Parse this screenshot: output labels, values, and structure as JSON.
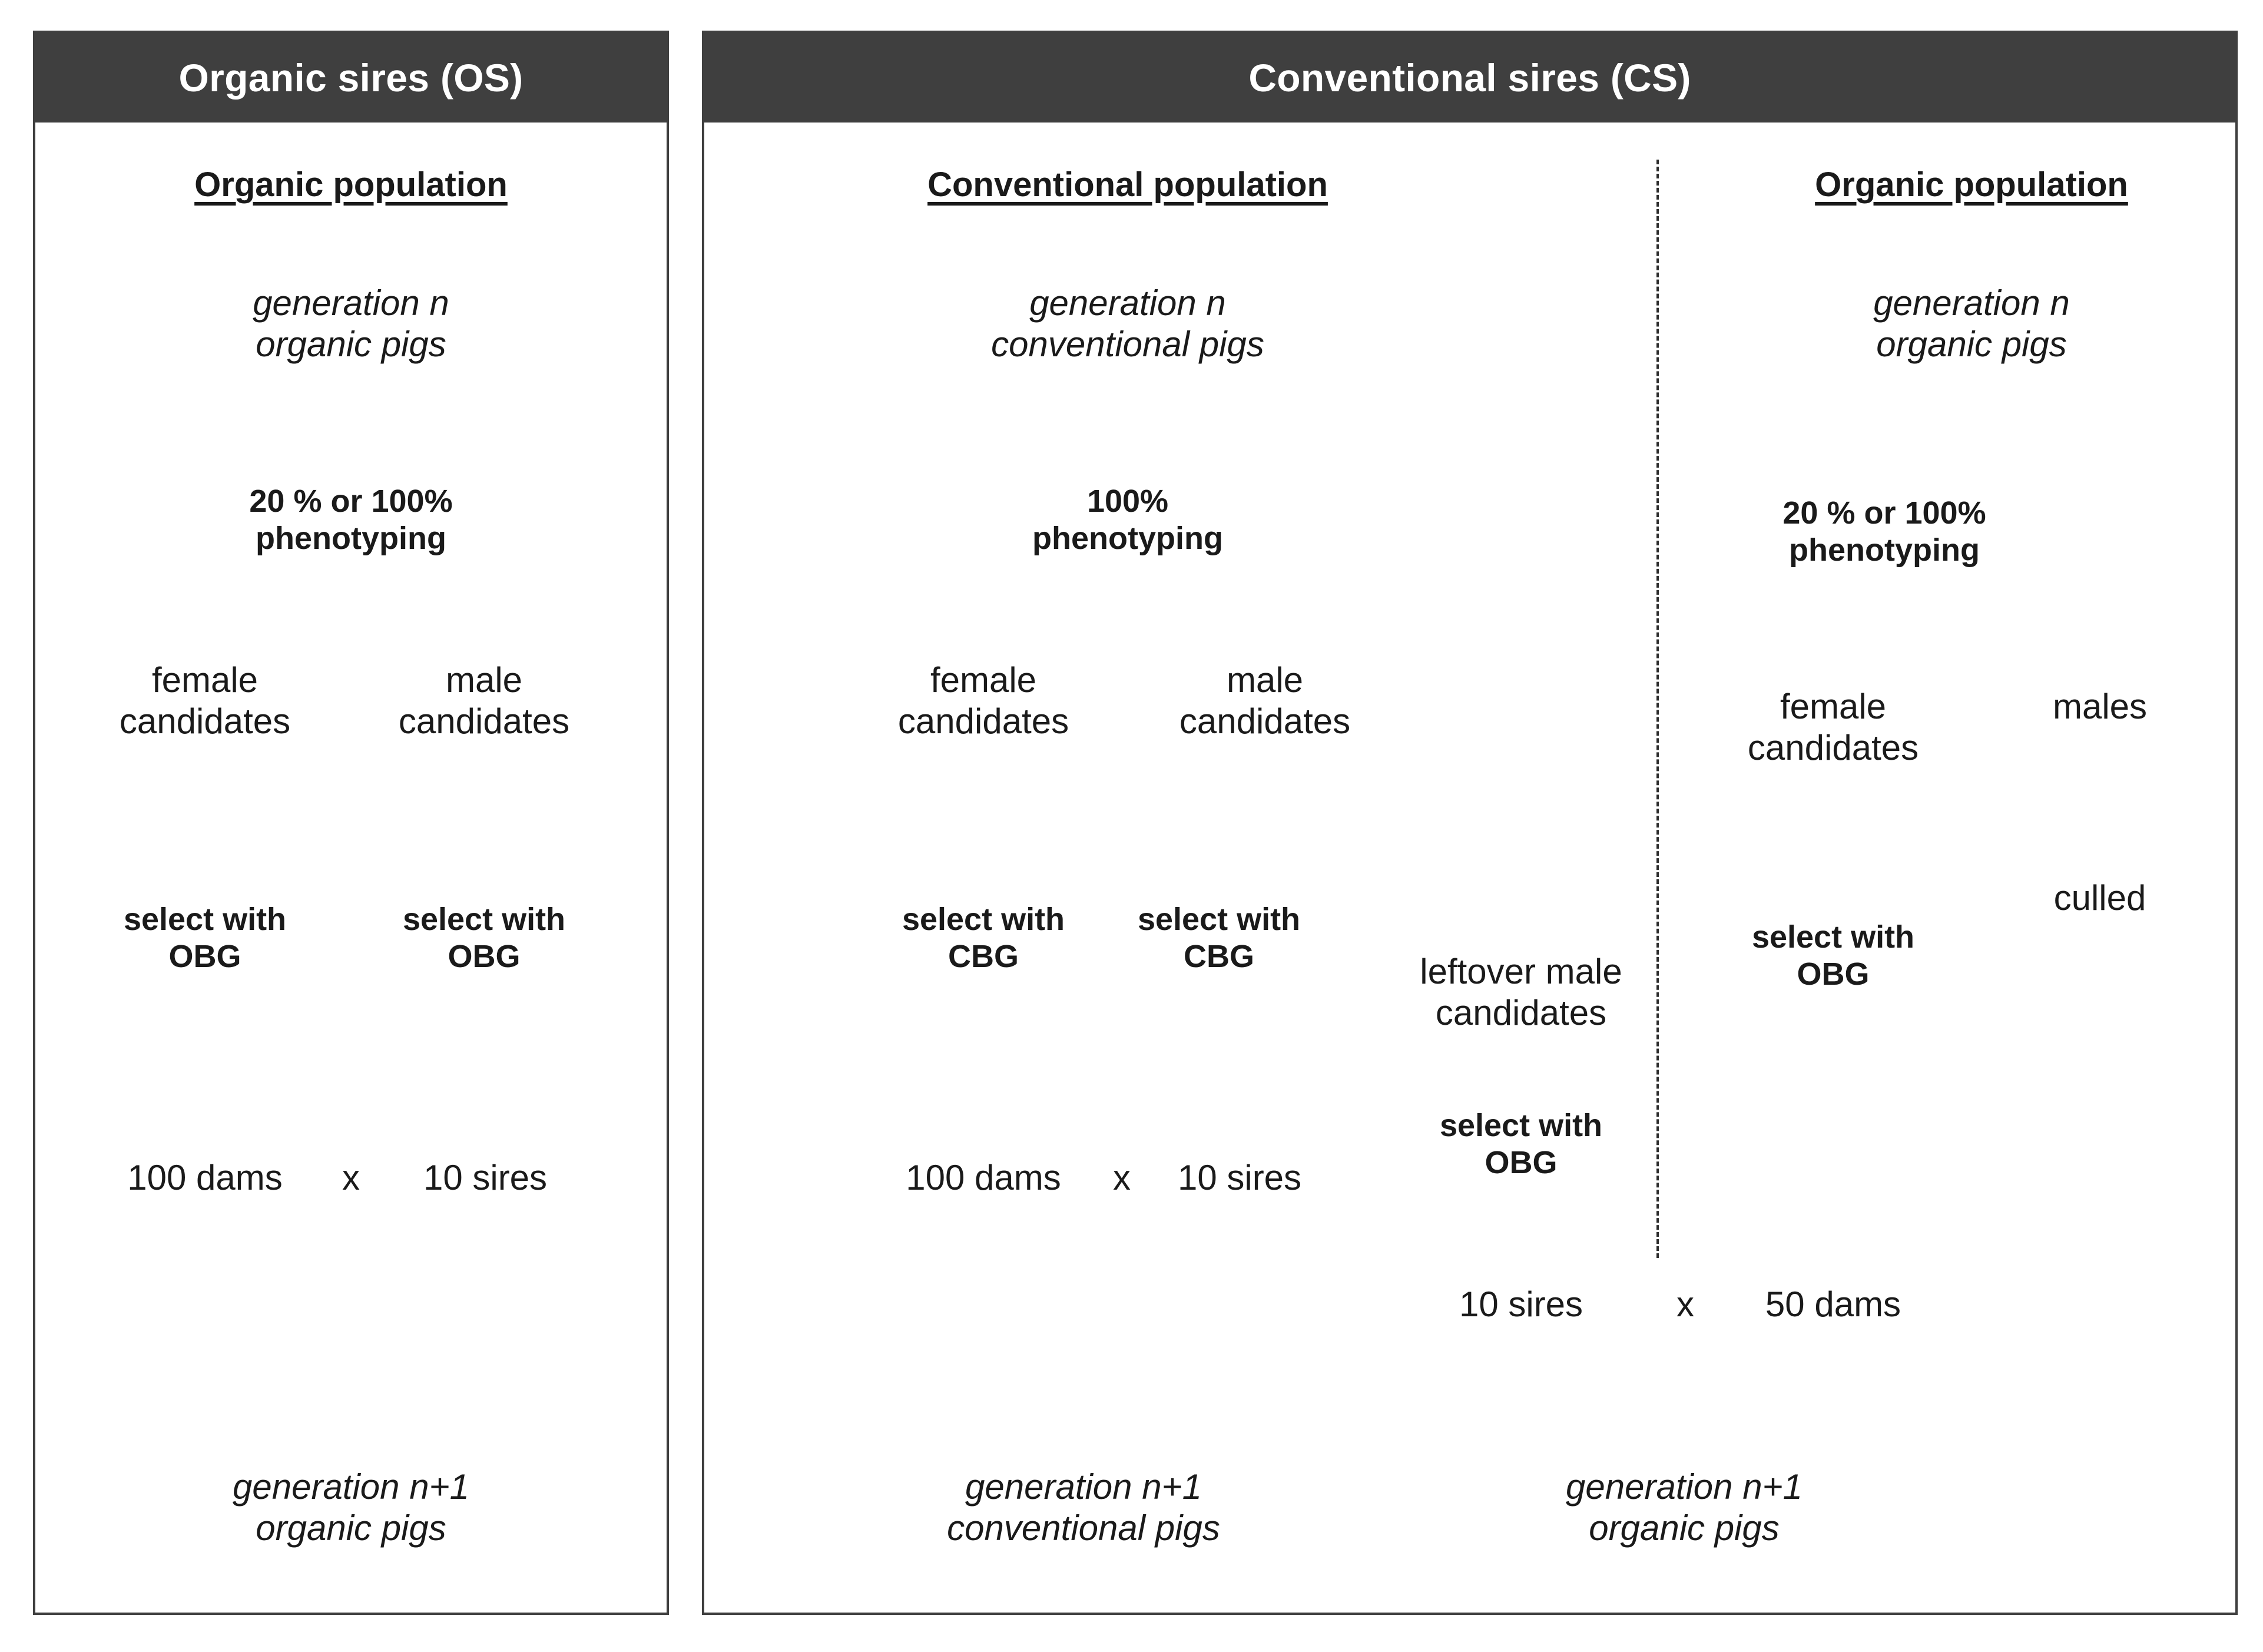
{
  "panels": {
    "os": {
      "header": "Organic sires (OS)",
      "column": {
        "title": "Organic population",
        "root": "generation n\norganic pigs",
        "phenotyping": "20 % or 100%\nphenotyping",
        "female": "female\ncandidates",
        "male": "male\ncandidates",
        "select_female": "select with\nOBG",
        "select_male": "select with\nOBG",
        "dams": "100 dams",
        "cross": "x",
        "sires": "10 sires",
        "offspring": "generation n+1\norganic pigs"
      }
    },
    "cs": {
      "header": "Conventional sires (CS)",
      "conventional": {
        "title": "Conventional population",
        "root": "generation n\nconventional pigs",
        "phenotyping": "100%\nphenotyping",
        "female": "female\ncandidates",
        "male": "male\ncandidates",
        "select_female": "select with\nCBG",
        "select_male": "select with\nCBG",
        "dams": "100 dams",
        "cross": "x",
        "sires": "10 sires",
        "offspring": "generation n+1\nconventional pigs"
      },
      "leftover": {
        "label": "leftover male\ncandidates",
        "select": "select with\nOBG",
        "sires": "10 sires",
        "cross": "x",
        "offspring": "generation n+1\norganic pigs"
      },
      "organic": {
        "title": "Organic population",
        "root": "generation n\norganic pigs",
        "phenotyping": "20 % or 100%\nphenotyping",
        "female": "female\ncandidates",
        "males": "males",
        "culled": "culled",
        "select_female": "select with\nOBG",
        "dams": "50 dams"
      }
    }
  },
  "colors": {
    "header_background": "#3f3f3f",
    "header_text": "#ffffff",
    "border": "#3f3f3f",
    "text": "#1a1a1a",
    "arrow": "#1a1a1a",
    "divider": "#2c2c2c"
  }
}
